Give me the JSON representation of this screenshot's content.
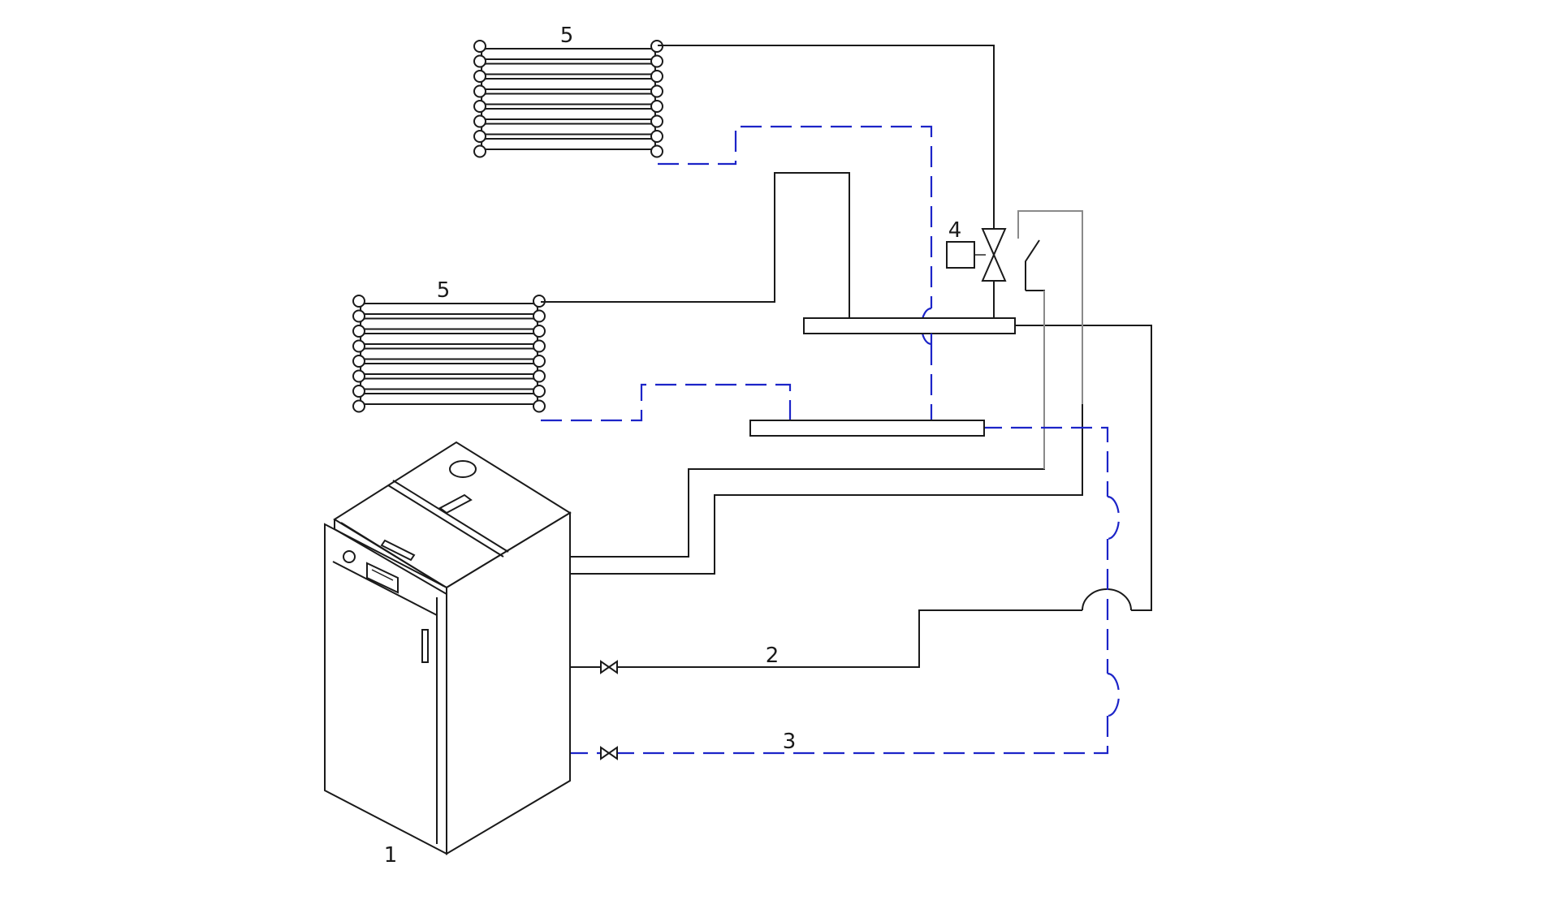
{
  "labels": {
    "boiler": "1",
    "supply_line": "2",
    "return_line": "3",
    "valve": "4",
    "radiator_upper": "5",
    "radiator_lower": "5"
  },
  "colors": {
    "supply_pipe": "#1a1a1a",
    "return_pipe": "#1c24c8",
    "secondary_line": "#8a8a8a"
  },
  "icons": {
    "boiler": "boiler-icon",
    "radiator": "radiator-icon",
    "valve": "three-way-valve-icon",
    "shutoff_valve": "shutoff-valve-icon",
    "switch": "switch-icon",
    "actuator": "actuator-icon"
  }
}
